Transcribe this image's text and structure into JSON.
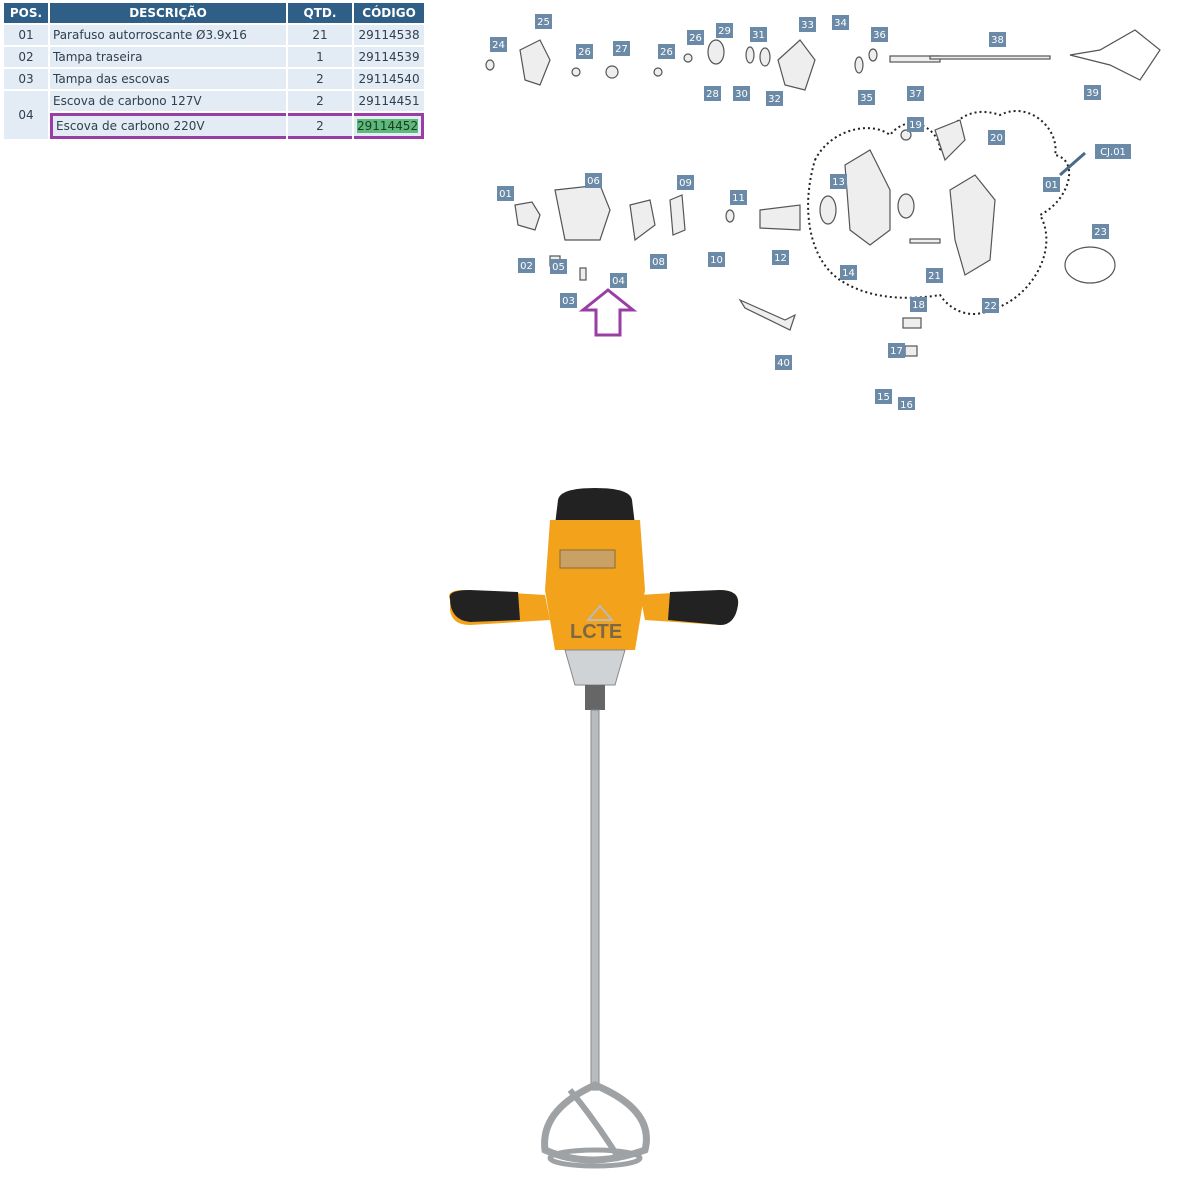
{
  "table": {
    "headers": [
      "POS.",
      "DESCRIÇÃO",
      "QTD.",
      "CÓDIGO"
    ],
    "rows": [
      {
        "pos": "01",
        "desc": "Parafuso autorroscante Ø3.9x16",
        "qty": "21",
        "code": "29114538"
      },
      {
        "pos": "02",
        "desc": "Tampa traseira",
        "qty": "1",
        "code": "29114539"
      },
      {
        "pos": "03",
        "desc": "Tampa das escovas",
        "qty": "2",
        "code": "29114540"
      },
      {
        "pos": "04",
        "desc": "Escova de carbono 127V",
        "qty": "2",
        "code": "29114451"
      },
      {
        "pos": "",
        "desc": "Escova de carbono 220V",
        "qty": "2",
        "code": "29114452"
      }
    ]
  },
  "diagram": {
    "labels": [
      "24",
      "25",
      "26",
      "27",
      "26",
      "26",
      "29",
      "31",
      "33",
      "34",
      "36",
      "38",
      "28",
      "30",
      "32",
      "35",
      "37",
      "39",
      "19",
      "20",
      "CJ.01",
      "01",
      "06",
      "09",
      "11",
      "13",
      "01",
      "02",
      "05",
      "04",
      "08",
      "10",
      "12",
      "14",
      "21",
      "22",
      "23",
      "03",
      "18",
      "40",
      "17",
      "15",
      "16"
    ]
  },
  "photo": {
    "brand_text": "LCTE"
  },
  "colors": {
    "header_bg": "#2f5f86",
    "row_bg": "#e3ebf5",
    "highlight": "#9a3ea5",
    "code_highlight": "#5dba7a",
    "label_bg": "#6a8aa7",
    "tool_orange": "#f2a21b"
  }
}
